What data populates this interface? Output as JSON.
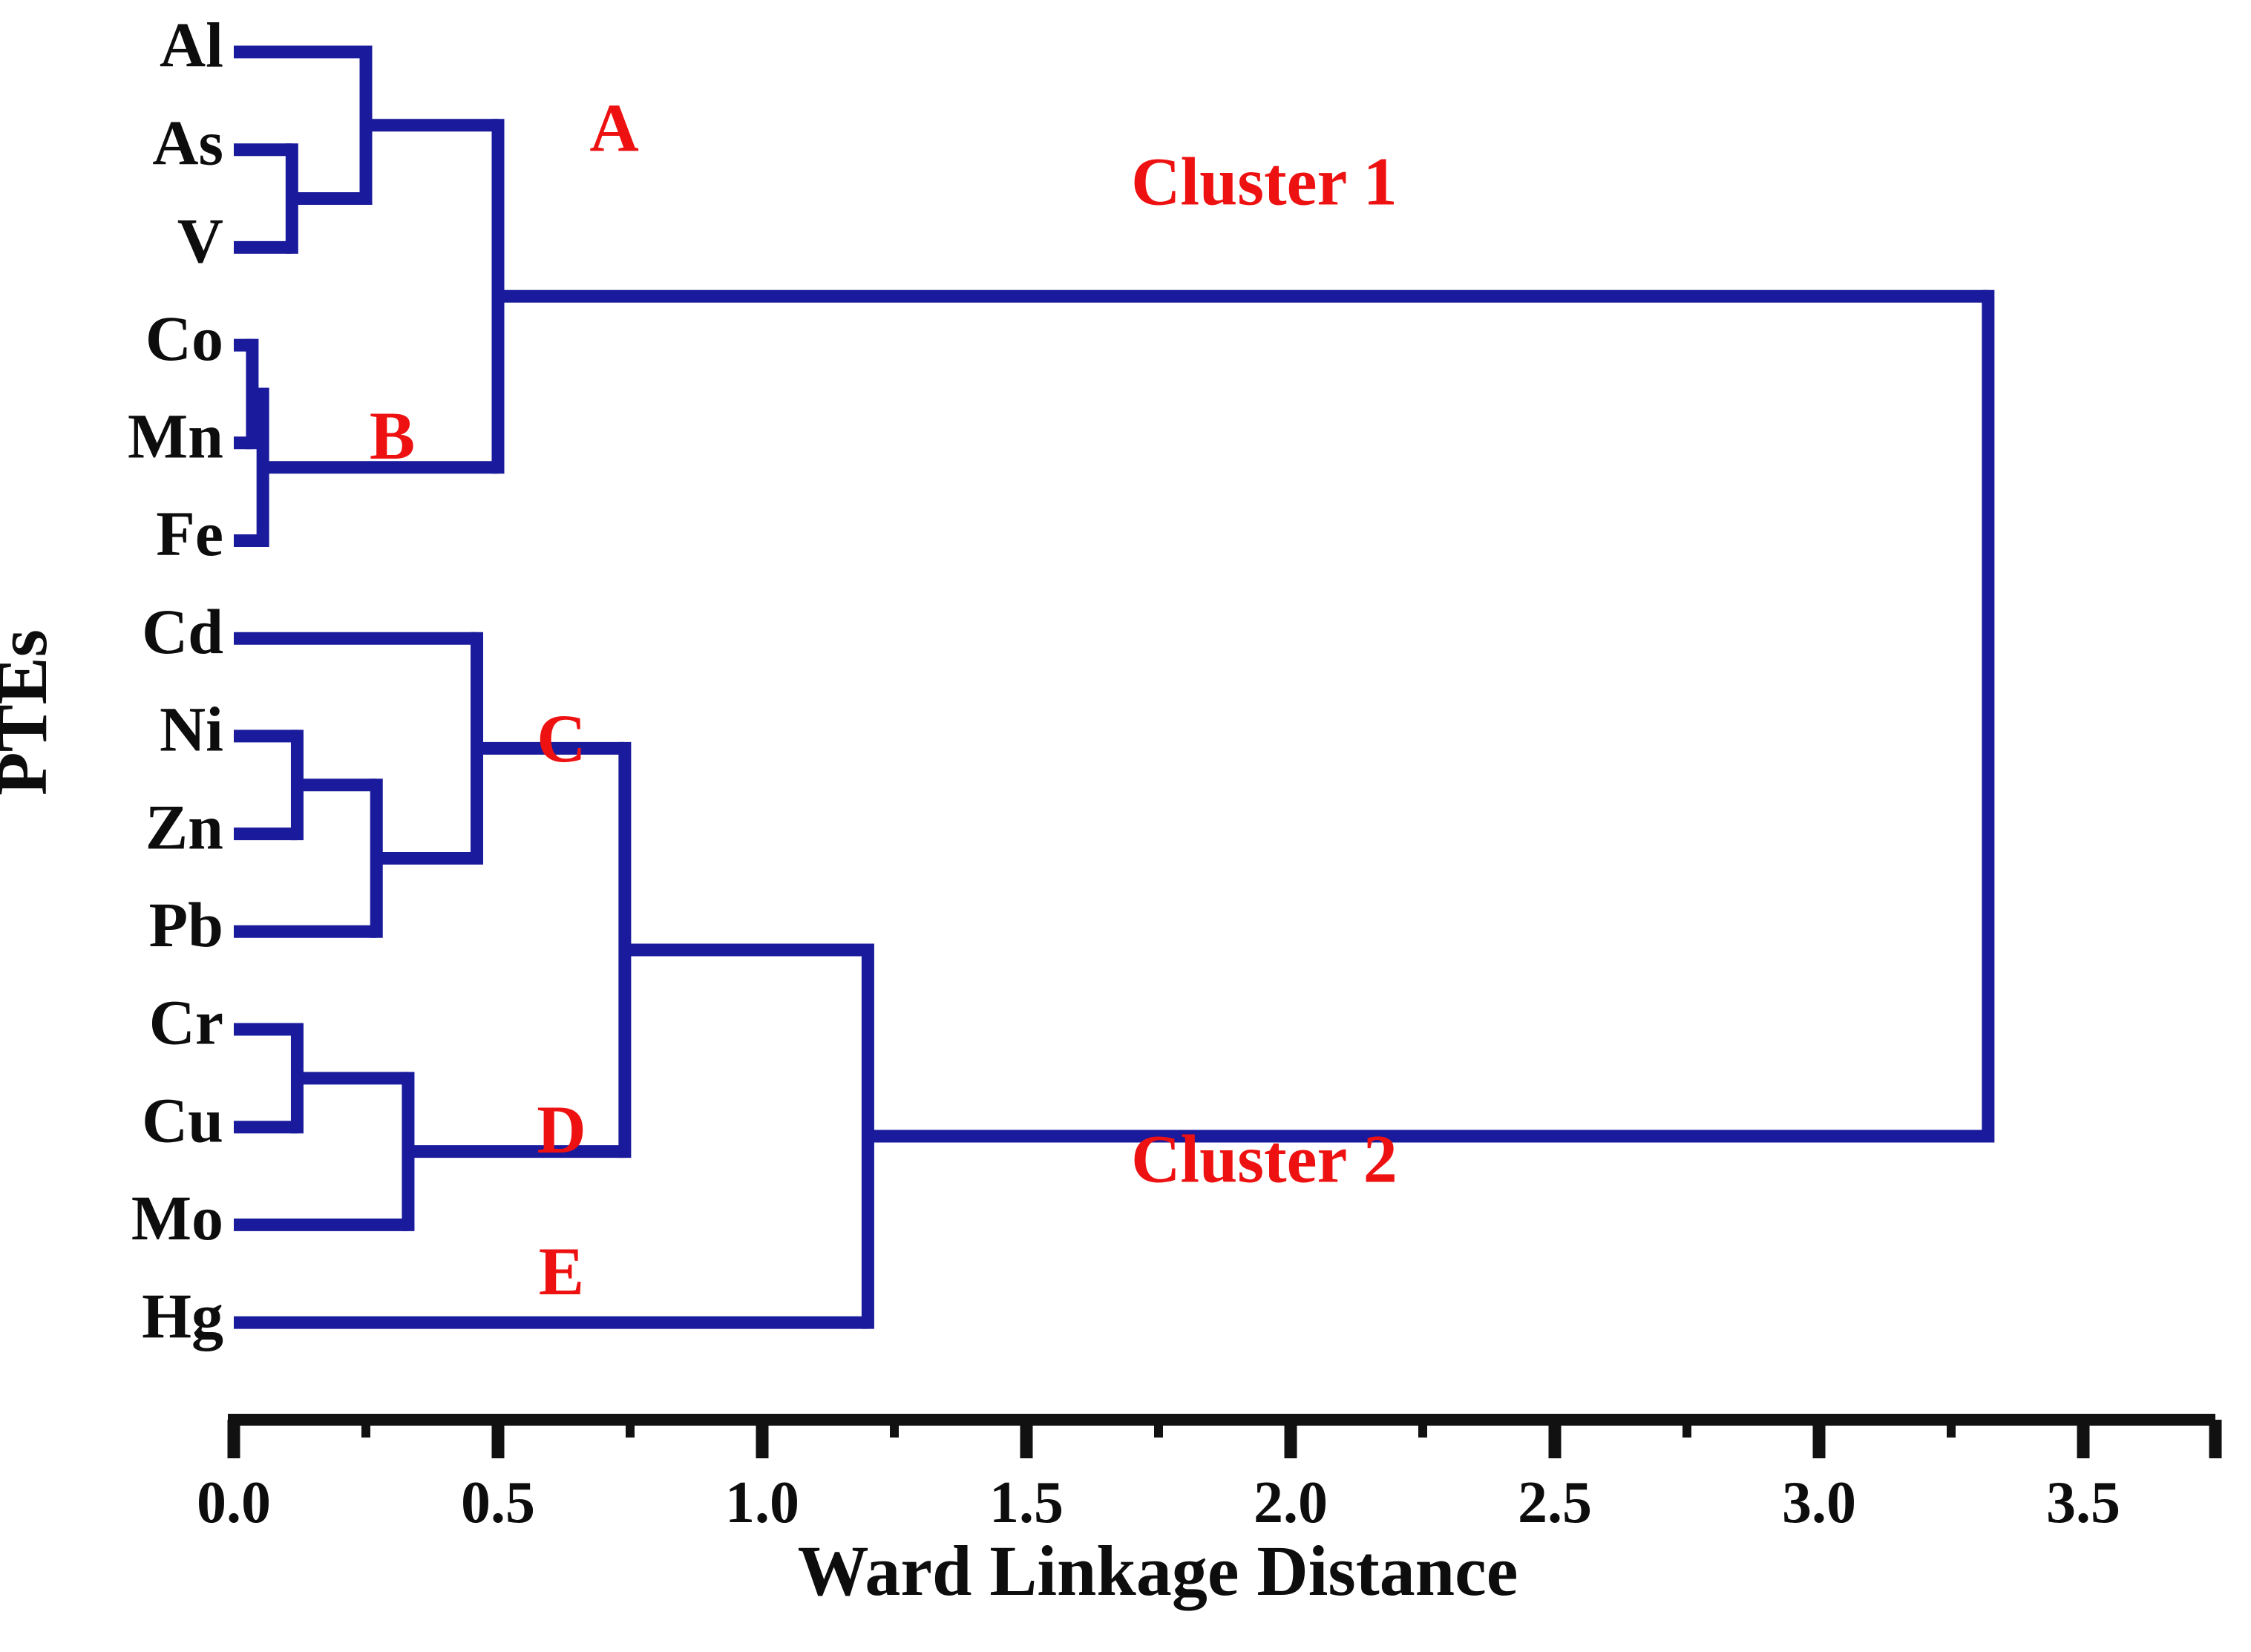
{
  "chart_data": {
    "type": "dendrogram",
    "title": "",
    "xlabel": "Ward Linkage Distance",
    "ylabel": "PTEs",
    "xlim": [
      0.0,
      3.75
    ],
    "xticks": [
      0.0,
      0.5,
      1.0,
      1.5,
      2.0,
      2.5,
      3.0,
      3.5
    ],
    "xtick_labels": [
      "0.0",
      "0.5",
      "1.0",
      "1.5",
      "2.0",
      "2.5",
      "3.0",
      "3.5"
    ],
    "minor_xticks": [
      0.25,
      0.75,
      1.25,
      1.75,
      2.25,
      2.75,
      3.25
    ],
    "grid": false,
    "legend": "none",
    "link_color": "#1a1a9c",
    "label_color": "#0d0d0d",
    "annotation_color": "#ee1111",
    "leaves": [
      "Al",
      "As",
      "V",
      "Co",
      "Mn",
      "Fe",
      "Cd",
      "Ni",
      "Zn",
      "Pb",
      "Cr",
      "Cu",
      "Mo",
      "Hg"
    ],
    "merges": [
      {
        "id": "n1",
        "left": "As",
        "right": "V",
        "distance": 0.11
      },
      {
        "id": "n2",
        "left": "Al",
        "right": "n1",
        "distance": 0.25
      },
      {
        "id": "n3",
        "left": "Co",
        "right": "Mn",
        "distance": 0.035
      },
      {
        "id": "n4",
        "left": "n3",
        "right": "Fe",
        "distance": 0.055
      },
      {
        "id": "n5",
        "left": "n2",
        "right": "n4",
        "distance": 0.5
      },
      {
        "id": "n6",
        "left": "Ni",
        "right": "Zn",
        "distance": 0.12
      },
      {
        "id": "n7",
        "left": "n6",
        "right": "Pb",
        "distance": 0.27
      },
      {
        "id": "n8",
        "left": "Cd",
        "right": "n7",
        "distance": 0.46
      },
      {
        "id": "n9",
        "left": "Cr",
        "right": "Cu",
        "distance": 0.12
      },
      {
        "id": "n10",
        "left": "n9",
        "right": "Mo",
        "distance": 0.33
      },
      {
        "id": "n11",
        "left": "n8",
        "right": "n10",
        "distance": 0.74
      },
      {
        "id": "n12",
        "left": "n11",
        "right": "Hg",
        "distance": 1.2
      },
      {
        "id": "n13",
        "left": "n5",
        "right": "n12",
        "distance": 3.32
      }
    ],
    "subcluster_labels": [
      {
        "text": "A",
        "node": "n2",
        "distance": 0.72,
        "leaf_index": 0.85
      },
      {
        "text": "B",
        "node": "n4",
        "distance": 0.3,
        "leaf_index": 4.0
      },
      {
        "text": "C",
        "node": "n8",
        "distance": 0.62,
        "leaf_index": 7.1
      },
      {
        "text": "D",
        "node": "n10",
        "distance": 0.62,
        "leaf_index": 11.1
      },
      {
        "text": "E",
        "node": "Hg",
        "distance": 0.62,
        "leaf_index": 12.55
      }
    ],
    "cluster_labels": [
      {
        "text": "Cluster 1",
        "distance": 1.95,
        "leaf_index": 1.4
      },
      {
        "text": "Cluster 2",
        "distance": 1.95,
        "leaf_index": 11.4
      }
    ]
  },
  "axis": {
    "x_title": "Ward Linkage Distance",
    "y_title": "PTEs"
  }
}
